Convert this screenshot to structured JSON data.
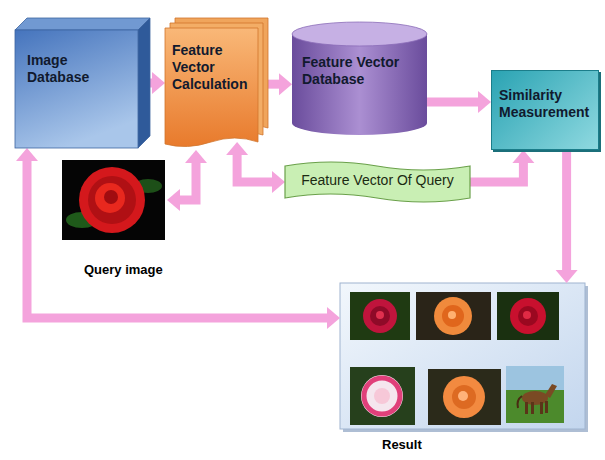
{
  "diagram": {
    "nodes": [
      {
        "text": [
          "Image Database"
        ]
      },
      {
        "text": [
          "Feature Vector Calculation"
        ]
      },
      {
        "text": [
          "Feature Vector Database"
        ]
      },
      {
        "text": [
          "Similarity Measurement"
        ]
      },
      {
        "text": [
          "Feature Vector Of Query"
        ]
      },
      {
        "text": [
          "Result"
        ]
      }
    ],
    "edges": [
      {
        "from": 0,
        "to": 1,
        "arrow": "to"
      },
      {
        "from": 1,
        "to": 2,
        "arrow": "to"
      },
      {
        "from": 2,
        "to": 3,
        "arrow": "to"
      },
      {
        "from": 1,
        "to": 4,
        "arrow": "both"
      },
      {
        "from": 4,
        "to": 3,
        "arrow": "to"
      },
      {
        "from": 3,
        "to": 5,
        "arrow": "to"
      },
      {
        "from": 0,
        "to": 5,
        "arrow": "both"
      }
    ],
    "labels": [
      "Query image"
    ]
  }
}
